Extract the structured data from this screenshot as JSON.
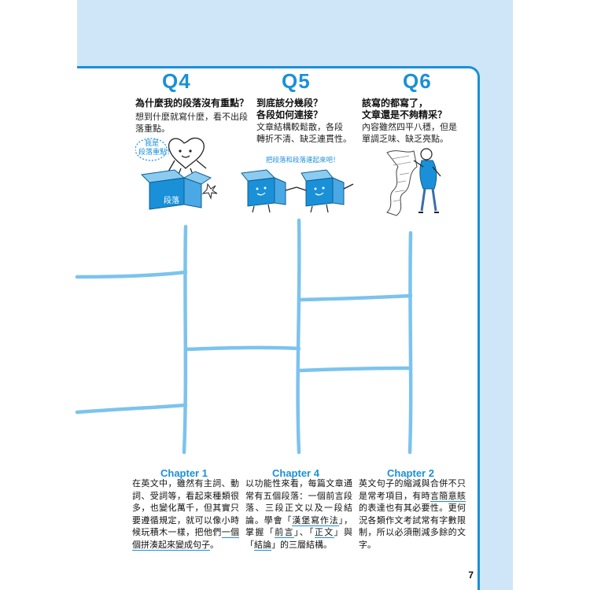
{
  "questions": [
    {
      "label": "Q4",
      "heading": "為什麼我的段落沒有重點？",
      "body": "想到什麼就寫什麼，看不出段\n落重點。",
      "bubble": "我是\n段落重點！",
      "box_label": "段落"
    },
    {
      "label": "Q5",
      "heading": "到底該分幾段？\n各段如何連接？",
      "body": "文章結構較鬆散，各段\n轉折不清、缺乏連貫性。",
      "caption": "把段落和段落連起來吧！"
    },
    {
      "label": "Q6",
      "heading": "該寫的都寫了，\n文章還是不夠精采？",
      "body": "內容雖然四平八穩，但是\n單調乏味、缺乏亮點。"
    }
  ],
  "chapters": [
    {
      "title": "Chapter 1",
      "parts": [
        {
          "t": "在英文中，雖然有主詞、動詞、受詞等，看起來種類很多，也變化萬千，但其實只要遵循規定，就可以像小時候玩積木一樣，把他們",
          "u": false
        },
        {
          "t": "一個個拼湊起來變成句子",
          "u": true
        },
        {
          "t": "。",
          "u": false
        }
      ]
    },
    {
      "title": "Chapter 4",
      "parts": [
        {
          "t": "以功能性來看，每篇文章通常有五個段落：一個前言段落、三段正文以及一段結論。學會「",
          "u": false
        },
        {
          "t": "漢堡寫作法",
          "u": true
        },
        {
          "t": "」，掌握「",
          "u": false
        },
        {
          "t": "前言",
          "u": true
        },
        {
          "t": "」、「",
          "u": false
        },
        {
          "t": "正文",
          "u": true
        },
        {
          "t": "」與「",
          "u": false
        },
        {
          "t": "結論",
          "u": true
        },
        {
          "t": "」的三層結構。",
          "u": false
        }
      ]
    },
    {
      "title": "Chapter 2",
      "parts": [
        {
          "t": "英文句子的縮減與合併不只是常考項目，有時",
          "u": false
        },
        {
          "t": "言簡意賅",
          "u": true
        },
        {
          "t": "的表達也有其必要性。更何況各類作文考試常有字數限制，所以必須刪減多餘的文字。",
          "u": false
        }
      ]
    }
  ],
  "page_number": "7",
  "colors": {
    "accent": "#1a90d8",
    "ladder": "#7cc3ee",
    "background_band": "#cfe6f8"
  }
}
